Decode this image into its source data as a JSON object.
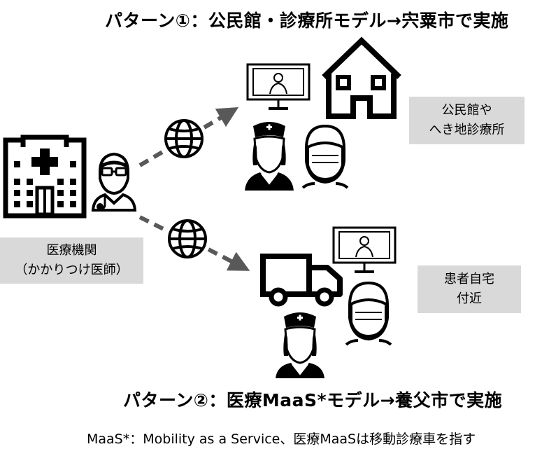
{
  "pattern1": {
    "title": "パターン①：公民館・診療所モデル→宍粟市で実施"
  },
  "pattern2": {
    "title": "パターン②：医療MaaS*モデル→養父市で実施"
  },
  "hospital": {
    "label_line1": "医療機関",
    "label_line2": "（かかりつけ医師）"
  },
  "clinic": {
    "label_line1": "公民館や",
    "label_line2": "へき地診療所"
  },
  "home": {
    "label_line1": "患者自宅",
    "label_line2": "付近"
  },
  "footnote": "MaaS*：Mobility as a Service、医療MaaSは移動診療車を指す",
  "icons": [
    "hospital-building-icon",
    "doctor-icon",
    "globe-icon",
    "monitor-doctor-icon",
    "house-icon",
    "nurse-icon",
    "masked-patient-icon",
    "truck-icon"
  ],
  "colors": {
    "label_box": "#d9d9d9",
    "arrow": "#595959"
  }
}
